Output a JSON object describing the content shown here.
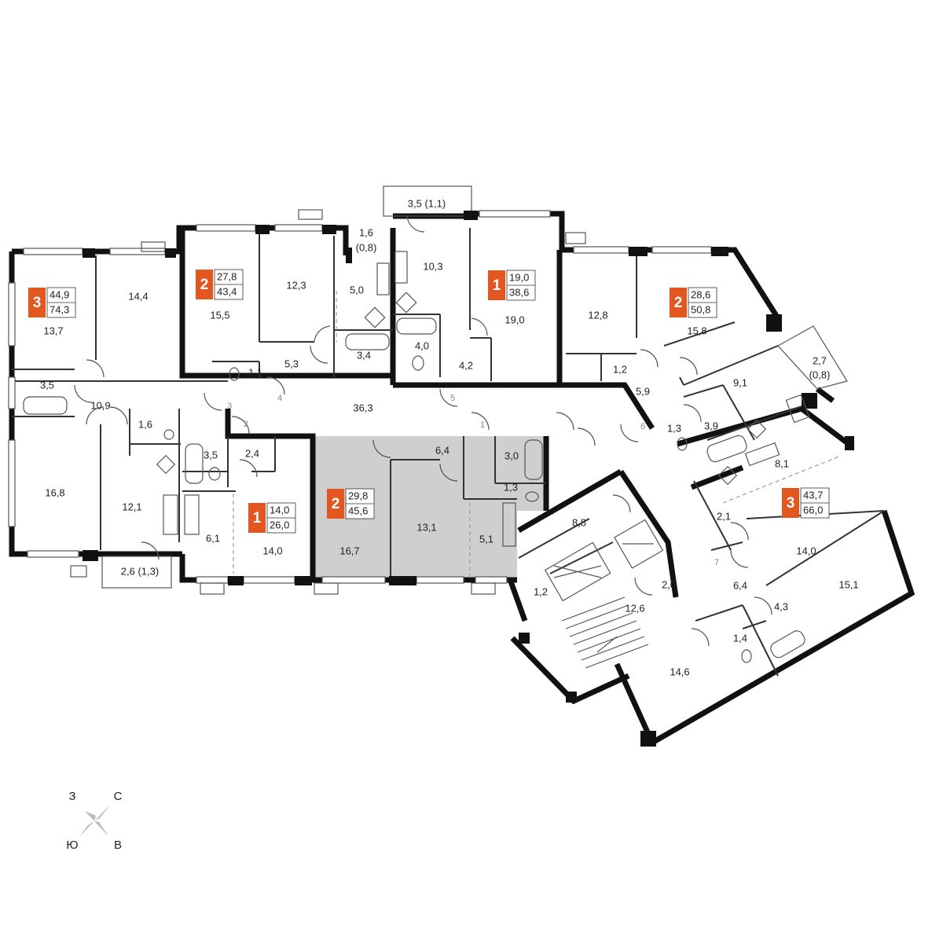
{
  "apartments": [
    {
      "rooms": "3",
      "living": "44,9",
      "total": "74,3"
    },
    {
      "rooms": "2",
      "living": "27,8",
      "total": "43,4"
    },
    {
      "rooms": "1",
      "living": "19,0",
      "total": "38,6"
    },
    {
      "rooms": "2",
      "living": "28,6",
      "total": "50,8"
    },
    {
      "rooms": "1",
      "living": "14,0",
      "total": "26,0"
    },
    {
      "rooms": "2",
      "living": "29,8",
      "total": "45,6"
    },
    {
      "rooms": "3",
      "living": "43,7",
      "total": "66,0"
    }
  ],
  "rooms": [
    "13,7",
    "14,4",
    "3,5",
    "10,9",
    "16,8",
    "12,1",
    "1,6",
    "2,6 (1,3)",
    "15,5",
    "12,3",
    "5,0",
    "1,6",
    "(0,8)",
    "3,4",
    "5,3",
    "1,1",
    "3,5 (1,1)",
    "10,3",
    "4,0",
    "19,0",
    "4,2",
    "36,3",
    "12,8",
    "15,8",
    "1,2",
    "5,9",
    "9,1",
    "2,7",
    "(0,8)",
    "3,9",
    "1,3",
    "8,1",
    "3,5",
    "2,4",
    "6,1",
    "14,0",
    "16,7",
    "6,4",
    "13,1",
    "3,0",
    "1,3",
    "5,1",
    "8,8",
    "1,2",
    "2,0",
    "12,6",
    "2,1",
    "14,0",
    "6,4",
    "15,1",
    "1,4",
    "4,3",
    "14,6"
  ],
  "doors": [
    "1",
    "2",
    "3",
    "4",
    "5",
    "6",
    "7"
  ],
  "compass": {
    "w": "З",
    "n": "С",
    "s": "Ю",
    "e": "В"
  },
  "colors": {
    "badge": "#e2571f",
    "highlight": "#cfcfcf",
    "wall": "#111111"
  }
}
